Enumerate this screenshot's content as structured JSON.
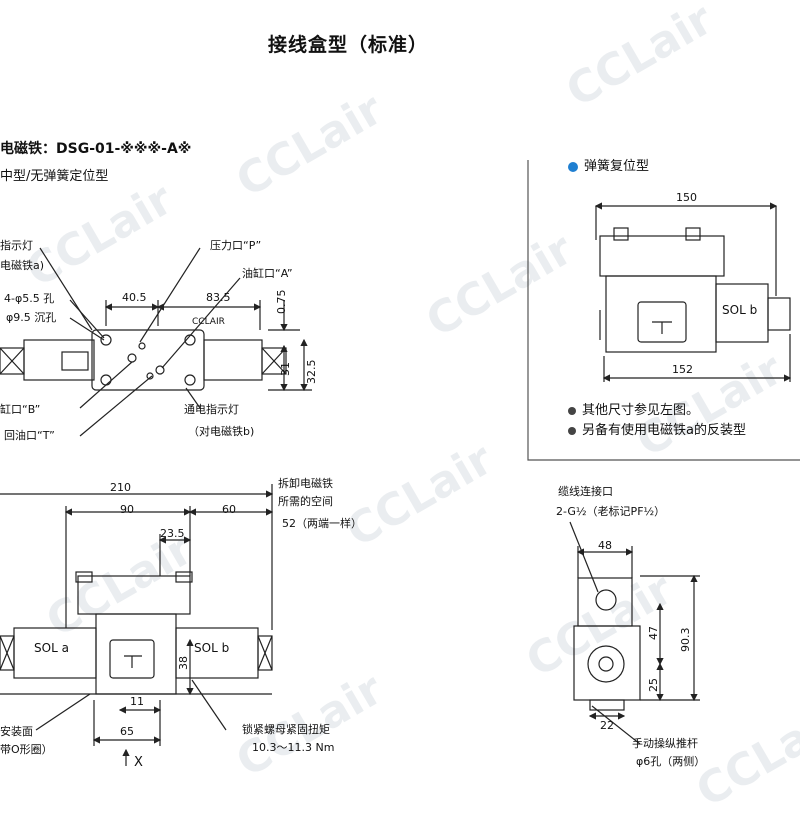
{
  "title": "接线盒型（标准）",
  "left_section": {
    "heading": "电磁铁：DSG-01-※※※-A※",
    "subheading": "中型/无弹簧定位型",
    "labels": {
      "indicator_a_1": "指示灯",
      "indicator_a_2": "电磁铁a)",
      "holes": "4-φ5.5 孔",
      "counterbore": "φ9.5 沉孔",
      "port_p": "压力口“P”",
      "port_a": "油缸口“A”",
      "port_b": "缸口“B”",
      "port_t": "回油口“T”",
      "indicator_b_1": "通电指示灯",
      "indicator_b_2": "（对电磁铁b)",
      "brand": "CCLAIR"
    },
    "dims": {
      "d40_5": "40.5",
      "d83_5": "83.5",
      "d0_75": "0.75",
      "d31": "31",
      "d32_5": "32.5"
    }
  },
  "right_section": {
    "heading": "弹簧复位型",
    "dims": {
      "d150": "150",
      "d152": "152"
    },
    "sol_label": "SOL b",
    "notes": [
      "其他尺寸参见左图。",
      "另备有使用电磁铁a的反装型"
    ]
  },
  "front_view": {
    "dims": {
      "d210": "210",
      "d90": "90",
      "d60": "60",
      "d23_5": "23.5",
      "d38": "38",
      "d11": "11",
      "d65": "65"
    },
    "sol_a": "SOL a",
    "sol_b": "SOL b",
    "removal_1": "拆卸电磁铁",
    "removal_2": "所需的空间",
    "removal_3": "52（两端一样）",
    "torque_1": "锁紧螺母紧固扭矩",
    "torque_2": "10.3～11.3 Nm",
    "mount_1": "安装面",
    "mount_2": "带O形圈）",
    "arrow_x": "X"
  },
  "side_view": {
    "cable_1": "缆线连接口",
    "cable_2": "2-G½（老标记PF½）",
    "dims": {
      "d48": "48",
      "d47": "47",
      "d90_3": "90.3",
      "d25": "25",
      "d22": "22"
    },
    "lever_1": "手动操纵推杆",
    "lever_2": "φ6孔（两侧）"
  },
  "watermark": "CCLair"
}
